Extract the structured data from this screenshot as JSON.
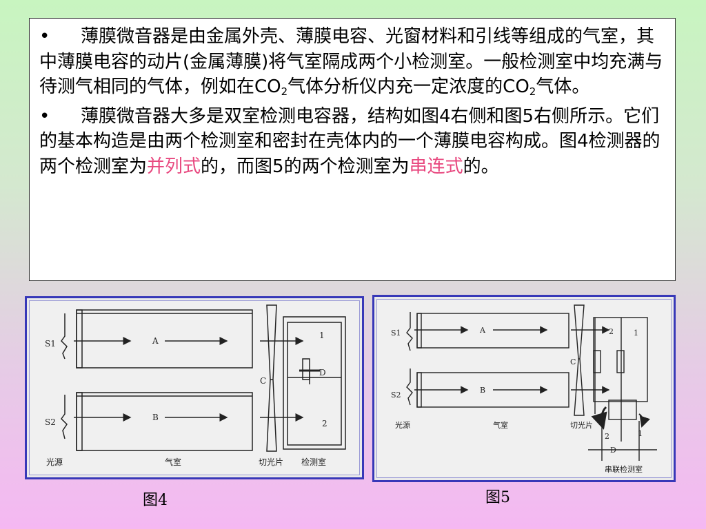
{
  "text": {
    "p1_intro": "薄膜微音器是由金属外壳、薄膜电容、光窗材料和引线等组成的气室，其中薄膜电容的动片(金属薄膜)将气室隔成两个小检测室。一般检测室中均充满与待测气相同的气体，例如在CO",
    "p1_sub1": "2",
    "p1_mid": "气体分析仪内充一定浓度的CO",
    "p1_sub2": "2",
    "p1_end": "气体。",
    "p2_intro": "薄膜微音器大多是双室检测电容器，结构如图4右侧和图5右侧所示。它们的基本构造是由两个检测室和密封在壳体内的一个薄膜电容构成。图4检测器的两个检测室为",
    "p2_hl1": "并列式",
    "p2_mid": "的，而图5的两个检测室为",
    "p2_hl2": "串连式",
    "p2_end": "的。",
    "bullet": "•"
  },
  "fig4": {
    "caption": "图4",
    "labels": {
      "s1": "S1",
      "s2": "S2",
      "a": "A",
      "b": "B",
      "c": "C",
      "d": "D",
      "n1": "1",
      "n2": "2",
      "light_source": "光源",
      "gas_chamber": "气室",
      "chopper": "切光片",
      "detector": "检测室"
    }
  },
  "fig5": {
    "caption": "图5",
    "labels": {
      "s1": "S1",
      "s2": "S2",
      "a": "A",
      "b": "B",
      "c": "C",
      "d": "D",
      "n1": "1",
      "n2": "2",
      "light_source": "光源",
      "gas_chamber": "气室",
      "chopper": "切光片",
      "detector": "串联检测室"
    }
  },
  "colors": {
    "highlight": "#e8487f",
    "figure_border": "#3838b8"
  }
}
